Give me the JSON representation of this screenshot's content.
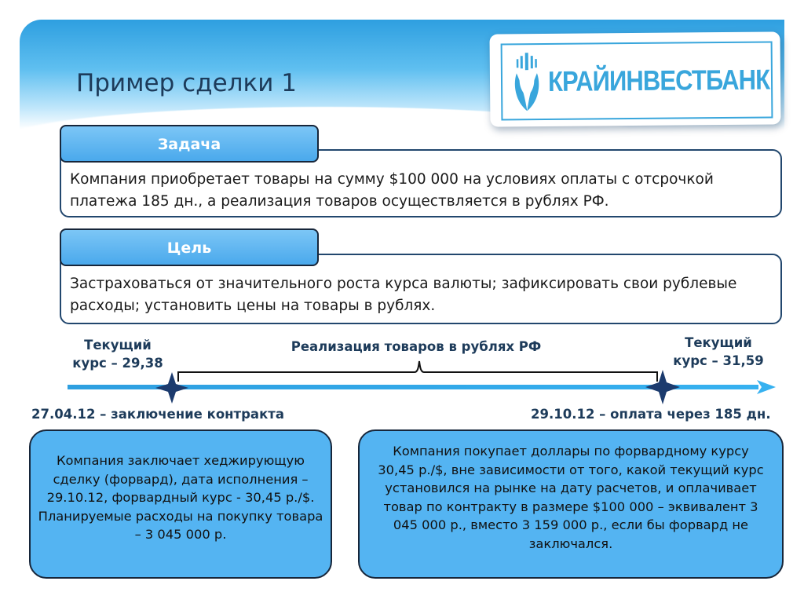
{
  "title": "Пример сделки 1",
  "logo": {
    "text": "КРАЙИНВЕСТБАНК",
    "icon": "wheat-emblem-icon",
    "color": "#39a6dc"
  },
  "task": {
    "label": "Задача",
    "text": "Компания приобретает товары на сумму $100 000 на условиях оплаты с отсрочкой платежа 185 дн., а реализация товаров осуществляется в рублях РФ."
  },
  "goal": {
    "label": "Цель",
    "text": "Застраховаться от значительного роста курса валюты; зафиксировать свои рублевые расходы; установить цены на товары в рублях."
  },
  "timeline": {
    "left_rate_line1": "Текущий",
    "left_rate_line2": "курс – 29,38",
    "right_rate_line1": "Текущий",
    "right_rate_line2": "курс – 31,59",
    "middle_label": "Реализация товаров в рублях РФ",
    "left_date": "27.04.12 – заключение контракта",
    "right_date": "29.10.12 – оплата через 185 дн."
  },
  "left_bubble": "Компания заключает хеджирующую сделку (форвард), дата исполнения – 29.10.12, форвардный курс - 30,45 р./$. Планируемые расходы на покупку товара – 3 045 000 р.",
  "right_bubble": "Компания покупает доллары по форвардному курсу  30,45 р./$, вне зависимости от того, какой текущий курс установился на рынке на дату расчетов, и оплачивает товар по контракту в размере $100 000 – эквивалент 3 045 000 р., вместо 3 159 000 р., если бы форвард не заключался.",
  "colors": {
    "accent": "#4aa9ec",
    "dark": "#1d3b5a",
    "line": "#2e9fe0"
  }
}
